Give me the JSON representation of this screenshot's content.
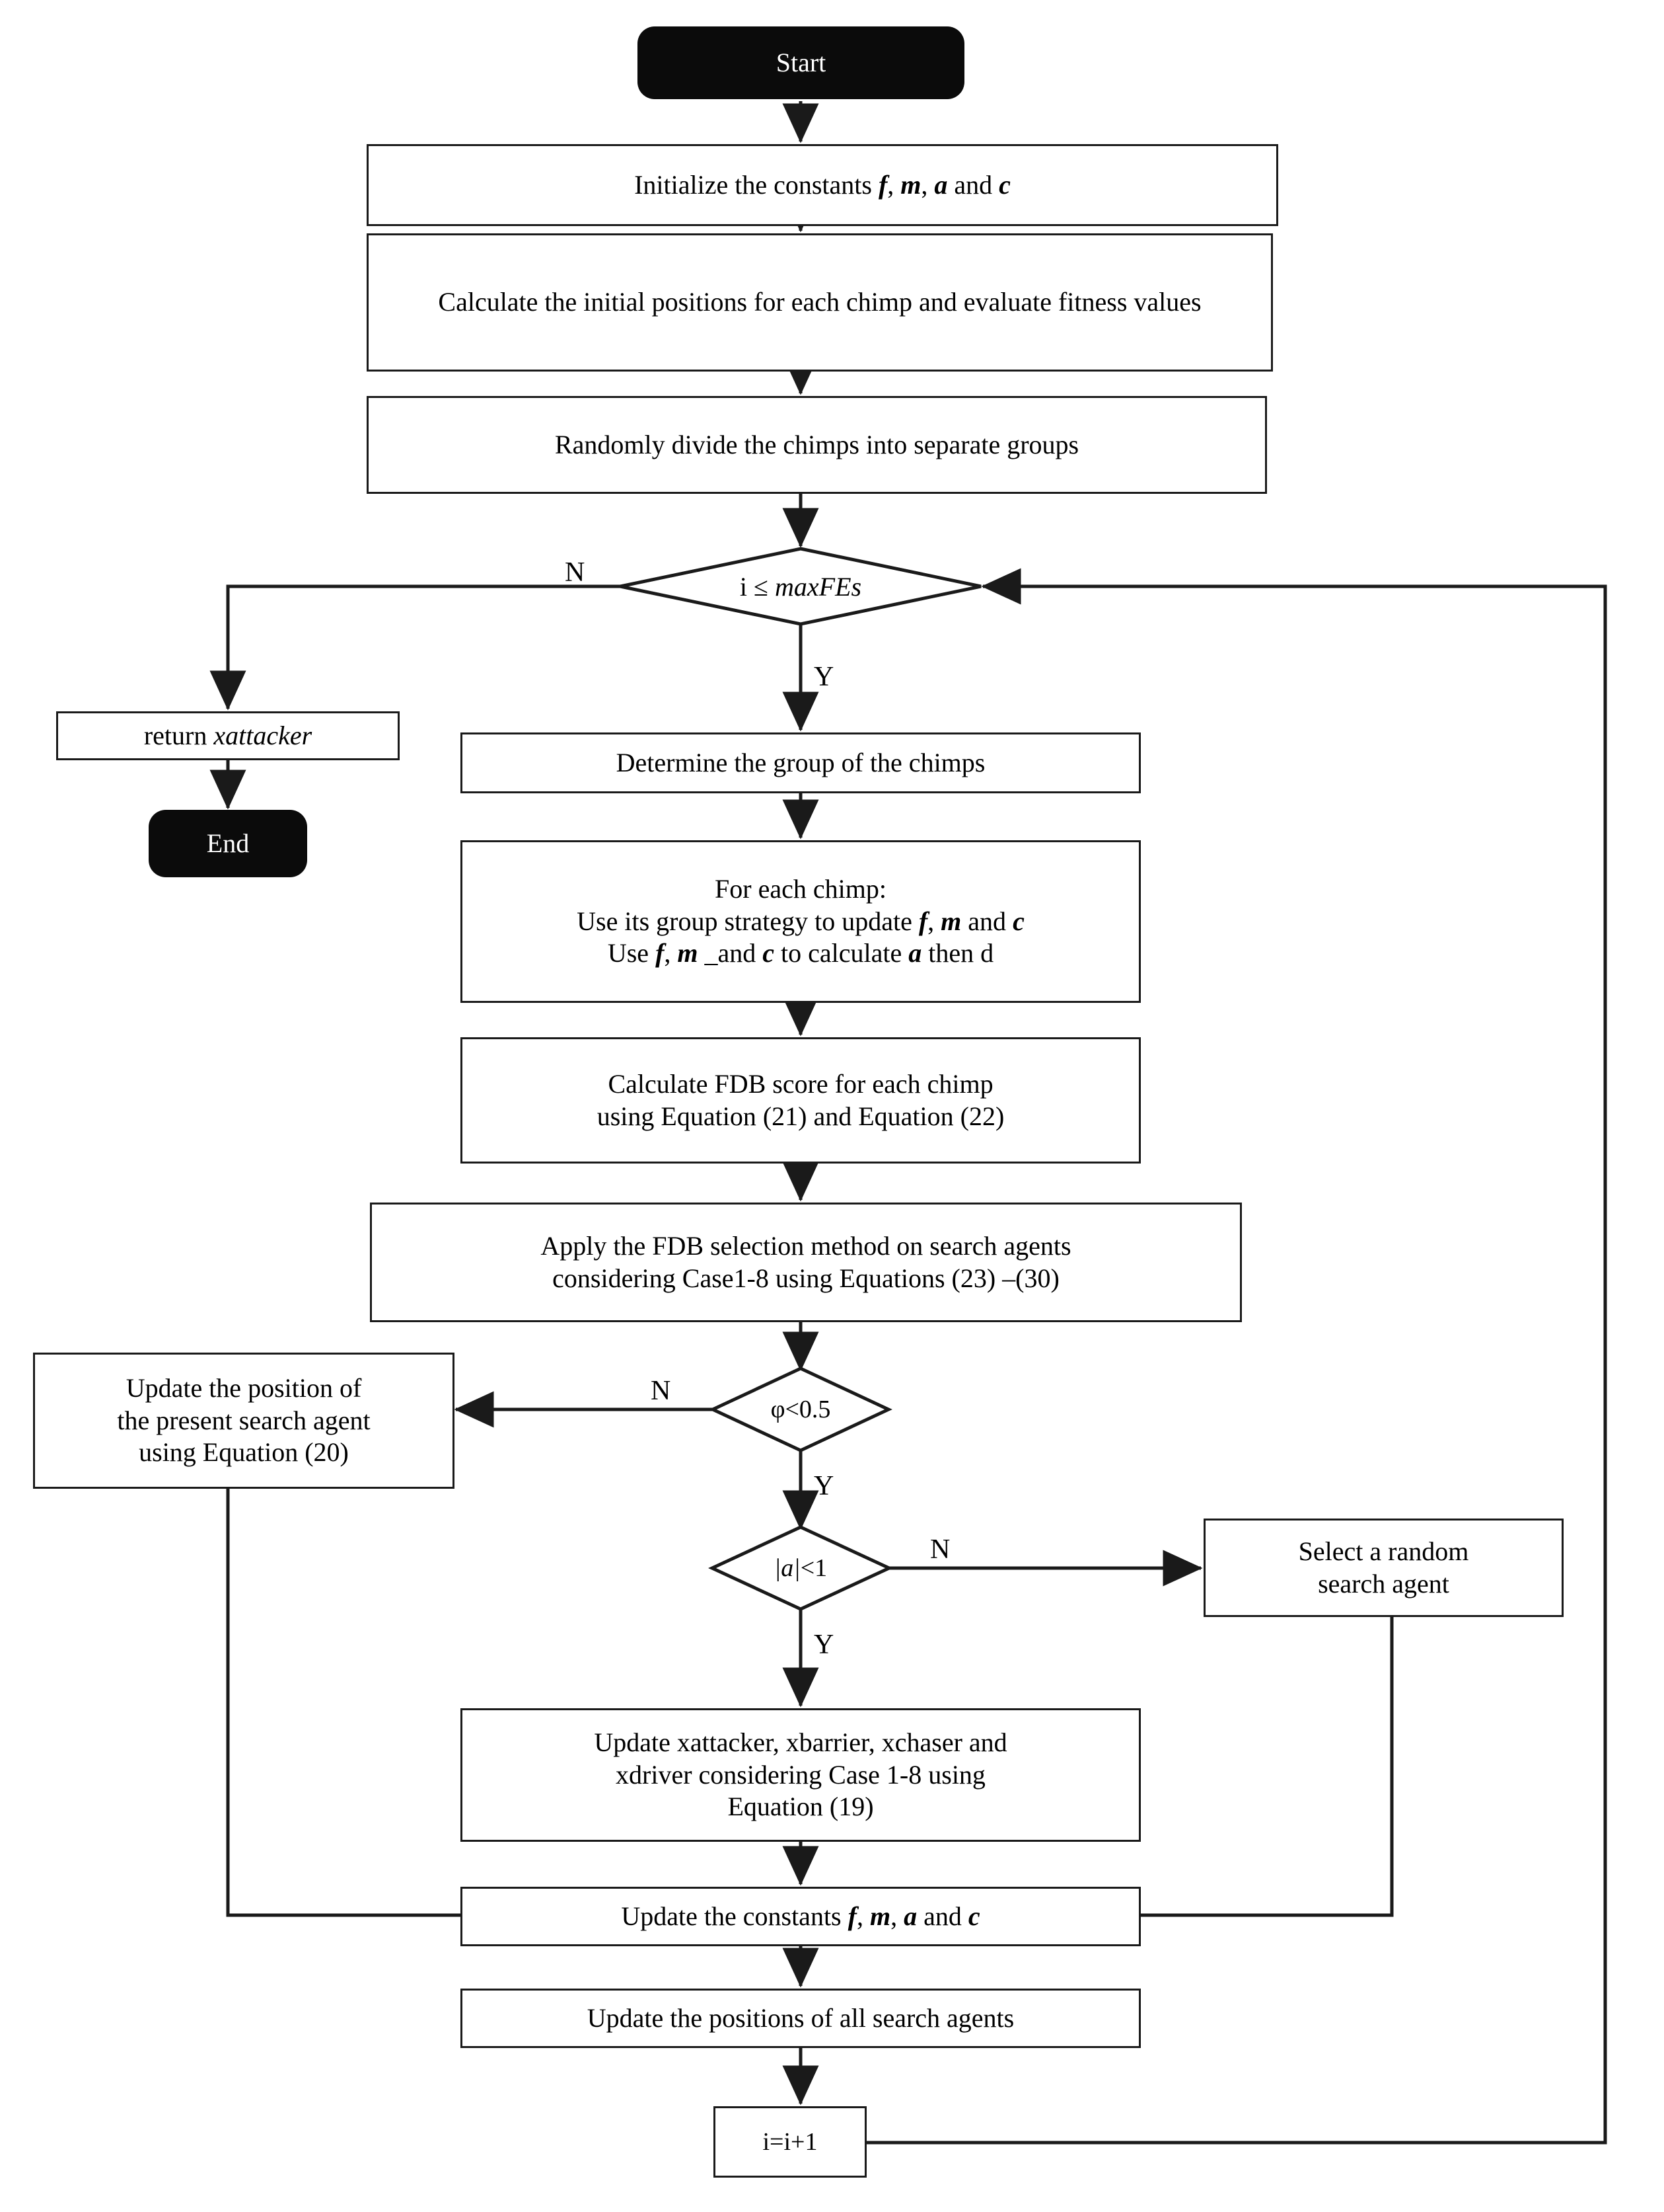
{
  "diagram": {
    "title": "Chimp optimization algorithm with FDB selection flowchart",
    "colors": {
      "stroke": "#1a1a1a",
      "terminal_fill": "#0b0b0b",
      "text": "#000000",
      "background": "#ffffff"
    },
    "nodes": {
      "start": {
        "label": "Start",
        "shape": "terminator"
      },
      "init_constants": {
        "label": "Initialize the constants f, m, a and c",
        "shape": "process"
      },
      "initial_positions": {
        "label": "Calculate the initial positions for each chimp and evaluate fitness values",
        "shape": "process"
      },
      "divide_groups": {
        "label": "Randomly divide the chimps into separate groups",
        "shape": "process"
      },
      "loop_check": {
        "label": "i ≤ maxFEs",
        "shape": "decision"
      },
      "return_xattacker": {
        "label": "return xattacker",
        "shape": "process"
      },
      "end": {
        "label": "End",
        "shape": "terminator"
      },
      "determine_group": {
        "label": "Determine the group of the chimps",
        "shape": "process"
      },
      "for_each_chimp": {
        "shape": "process",
        "line1": "For each chimp:",
        "line2": "Use its group strategy to update f, m and c",
        "line3": "Use f, m _and c to calculate a then d"
      },
      "fdb_score": {
        "shape": "process",
        "line1": "Calculate FDB score for each chimp",
        "line2": "using Equation (21) and Equation (22)"
      },
      "fdb_selection": {
        "shape": "process",
        "line1": "Apply the FDB selection method on search agents",
        "line2": "considering Case1-8 using Equations (23) –(30)"
      },
      "phi_check": {
        "label": "φ<0.5",
        "shape": "decision"
      },
      "update_present": {
        "shape": "process",
        "line1": "Update the position of",
        "line2": "the present search agent",
        "line3": "using Equation (20)"
      },
      "a_check": {
        "label": "|a|<1",
        "shape": "decision"
      },
      "select_random": {
        "shape": "process",
        "line1": "Select a random",
        "line2": "search agent"
      },
      "update_leaders": {
        "shape": "process",
        "line1": "Update xattacker, xbarrier, xchaser and",
        "line2": "xdriver considering Case 1-8 using",
        "line3": "Equation (19)"
      },
      "update_constants": {
        "label": "Update the constants f, m, a and c",
        "shape": "process"
      },
      "update_positions": {
        "label": "Update the positions of all search agents",
        "shape": "process"
      },
      "increment": {
        "label": "i=i+1",
        "shape": "process"
      }
    },
    "edge_labels": {
      "loop_no": "N",
      "loop_yes": "Y",
      "phi_no": "N",
      "phi_yes": "Y",
      "a_no": "N",
      "a_yes": "Y"
    }
  }
}
